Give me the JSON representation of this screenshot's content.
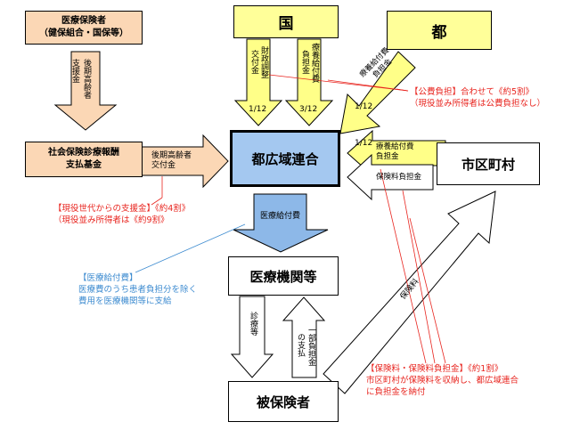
{
  "boxes": {
    "insurer_line1": "医療保険者",
    "insurer_line2": "（健保組合・国保等）",
    "national": "国",
    "tokyo": "都",
    "fund_line1": "社会保険診療報酬",
    "fund_line2": "支払基金",
    "union": "都広域連合",
    "city": "市区町村",
    "medical": "医療機関等",
    "insured": "被保険者"
  },
  "arrows": {
    "support_fund": "支援金",
    "elderly_support": "後期高齢者",
    "elderly_grant_l1": "後期高齢者",
    "elderly_grant_l2": "交付金",
    "grant_money": "交付金",
    "fiscal_adjust": "財政調整",
    "burden_money": "負担金",
    "medical_benefit": "療養給付費",
    "ratio_1_12_a": "1/12",
    "ratio_3_12": "3/12",
    "ratio_1_12_b": "1/12",
    "ratio_1_12_c": "1/12",
    "tokyo_benefit_l1": "療養給付費",
    "tokyo_benefit_l2": "負担金",
    "to_union_l1": "療養給付費",
    "to_union_l2": "負担金",
    "premium_burden": "保険料負担金",
    "medical_payment": "医療給付費",
    "treatment": "診療等",
    "partial_burden": "一部負担金",
    "payment": "の支払",
    "premium": "保険料"
  },
  "notes": {
    "public_l1": "【公費負担】合わせて《約5割》",
    "public_l2": "（現役並み所得者は公費負担なし）",
    "support_l1": "【現役世代からの支援金】《約4割》",
    "support_l2": "（現役並み所得者は《約9割》",
    "benefit_l1": "【医療給付費】",
    "benefit_l2": "医療費のうち患者負担分を除く",
    "benefit_l3": "費用を医療機関等に支給",
    "premium_l1": "【保険料・保険料負担金】《約1割》",
    "premium_l2": "市区町村が保険料を収納し、都広域連合",
    "premium_l3": "に負担金を納付"
  },
  "colors": {
    "yellow_box": "#ffff99",
    "orange_box": "#fbd7b5",
    "blue_box": "#a4c8f0",
    "yellow_arrow": "#ffff88",
    "orange_arrow": "#fbd7b5",
    "blue_arrow": "#8db8e8",
    "red_note": "#e8251f",
    "blue_note": "#3d8bd0"
  }
}
